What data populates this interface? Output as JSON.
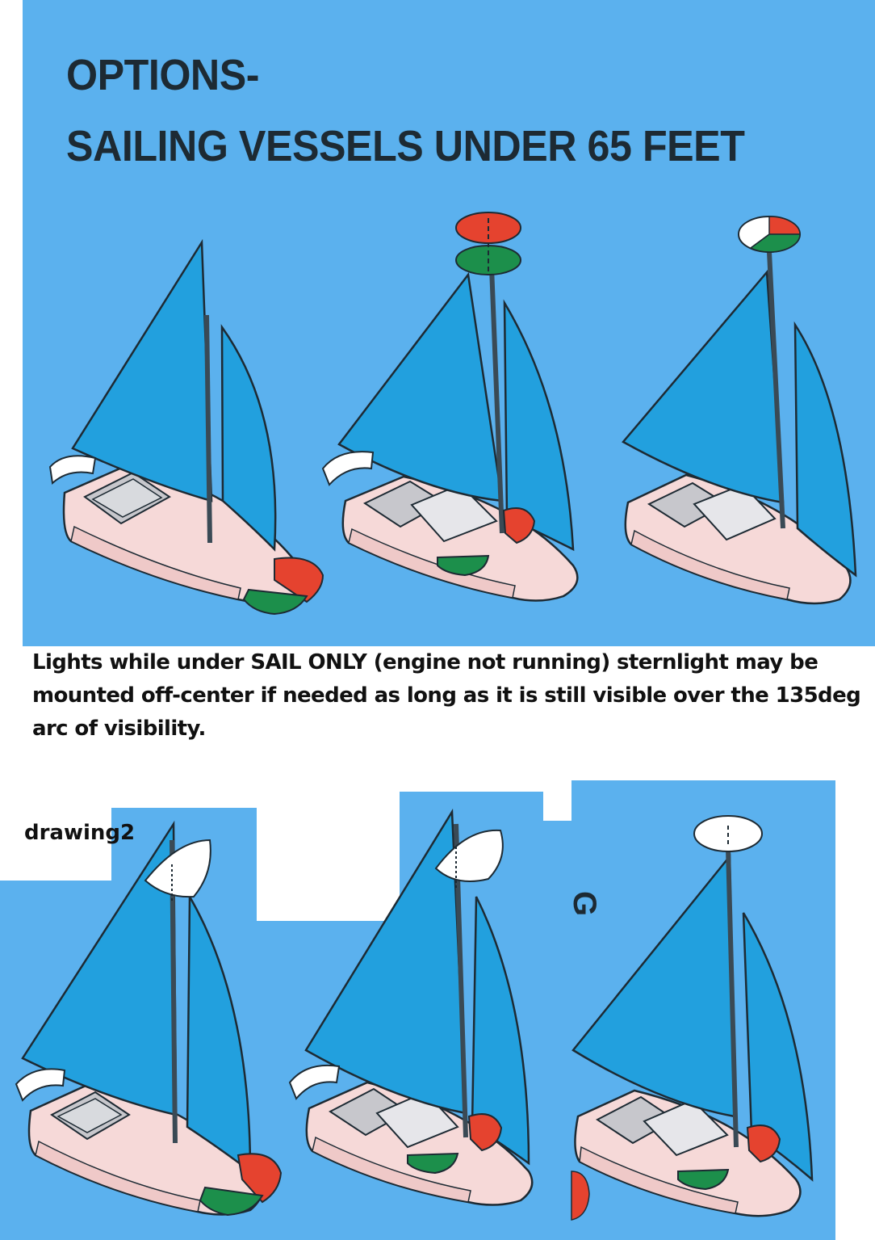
{
  "title": {
    "line1": "OPTIONS-",
    "line2": "SAILING VESSELS UNDER 65 FEET"
  },
  "caption": "Lights while under SAIL ONLY (engine not running) sternlight may be mounted off-center if needed as long as it is still visible over the 135deg arc of visibility.",
  "drawing2_label": "drawing2",
  "partial_letter": "G",
  "colors": {
    "water": "#5bb1ee",
    "sail": "#22a0de",
    "hull": "#f6d9d8",
    "red_light": "#e5432f",
    "green_light": "#1c8f4b",
    "white_light": "#ffffff"
  },
  "icons": [
    "sailboat-sidelights-sternlight",
    "sailboat-masthead-red-over-green",
    "sailboat-masthead-tricolor",
    "sailboat-white-light-and-bow-lights",
    "sailboat-white-light-and-sidelights",
    "sailboat-all-round-white-light"
  ]
}
